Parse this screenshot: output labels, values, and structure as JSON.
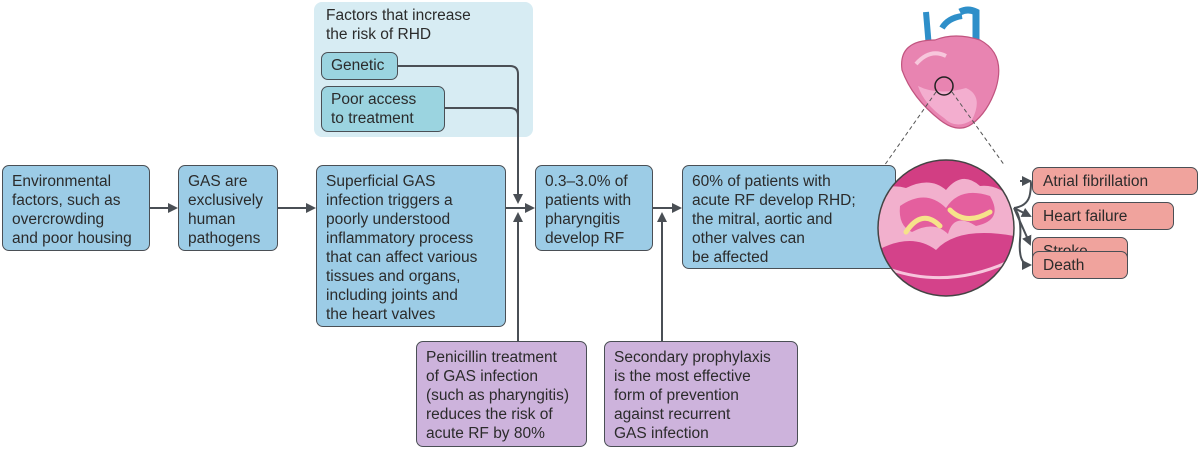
{
  "risk_factors": {
    "title": "Factors that increase\nthe risk of RHD",
    "genetic": "Genetic",
    "poor_access": "Poor access\nto treatment"
  },
  "main_flow": {
    "environmental": "Environmental\nfactors, such as\novercrowding\nand poor housing",
    "gas_human": "GAS are\nexclusively\nhuman\npathogens",
    "superficial_gas": "Superficial GAS\ninfection triggers a\npoorly understood\ninflammatory process\nthat can affect various\ntissues and organs,\nincluding joints and\nthe heart valves",
    "pharyngitis_rf": "0.3–3.0% of\npatients with\npharyngitis\ndevelop RF",
    "rhd": "60% of patients with\nacute RF develop RHD;\nthe mitral, aortic and\nother valves can\nbe affected"
  },
  "interventions": {
    "penicillin": "Penicillin treatment\nof GAS infection\n(such as pharyngitis)\nreduces the risk of\nacute RF by 80%",
    "prophylaxis": "Secondary prophylaxis\nis the most effective\nform of prevention\nagainst recurrent\nGAS infection"
  },
  "outcomes": [
    "Atrial fibrillation",
    "Heart failure",
    "Stroke",
    "Death"
  ],
  "colors": {
    "flow_box": "#9ccce6",
    "risk_box": "#9bd4e0",
    "risk_panel": "#d7ecf3",
    "intervention_box": "#cdb3dc",
    "outcome_box": "#f0a39d",
    "arrow": "#4a4f55"
  }
}
